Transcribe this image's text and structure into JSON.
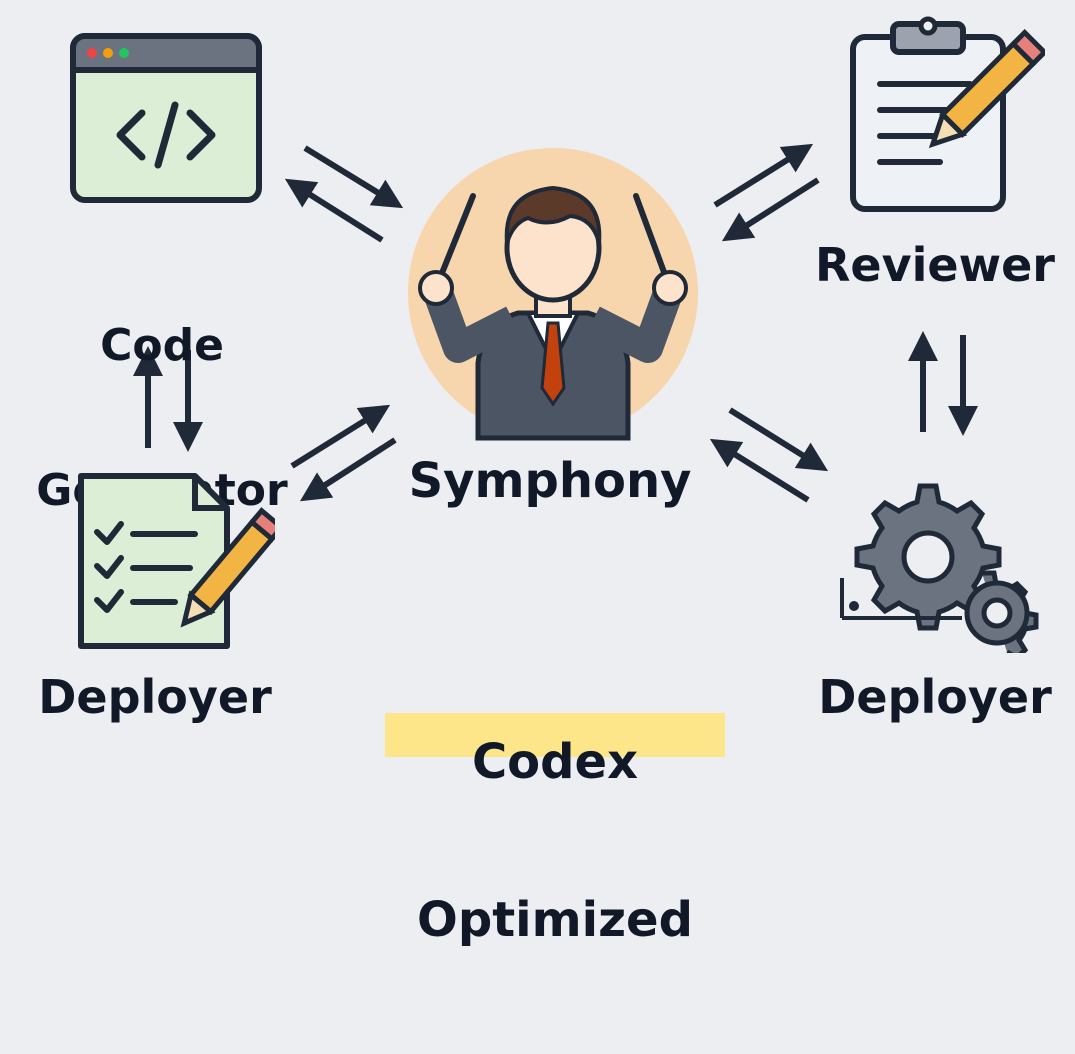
{
  "nodes": {
    "code_generator": {
      "label_line1": "Code",
      "label_line2": "Generator"
    },
    "reviewer": {
      "label": "Reviewer"
    },
    "deployer_left": {
      "label": "Deployer"
    },
    "deployer_right": {
      "label": "Deployer"
    },
    "conductor": {
      "label": "Symphony"
    }
  },
  "footer": {
    "line1": "Codex",
    "line2": "Optimized"
  },
  "colors": {
    "background": "#eceef2",
    "ink": "#1f2937",
    "panel_green": "#dcefd6",
    "conductor_circle": "#f7d5ad",
    "pencil_yellow": "#f2b544",
    "suit": "#4b5563",
    "tie": "#c2410c",
    "highlight": "#fde68a",
    "gear_gray": "#6b7280"
  }
}
